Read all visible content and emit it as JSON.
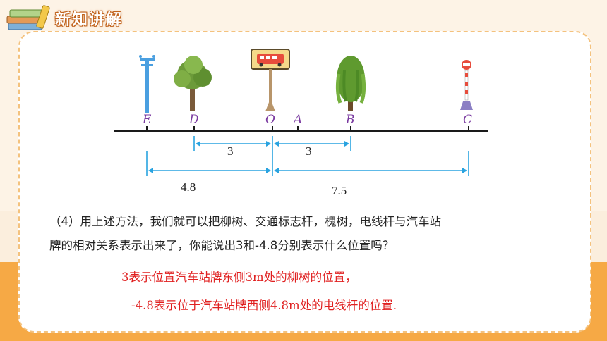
{
  "header": {
    "title": "新知讲解",
    "icon": "books-icon"
  },
  "number_line": {
    "points": [
      {
        "label": "E",
        "value": -4.8
      },
      {
        "label": "D",
        "value": -3
      },
      {
        "label": "O",
        "value": 0
      },
      {
        "label": "A",
        "value": 1
      },
      {
        "label": "B",
        "value": 3
      },
      {
        "label": "C",
        "value": 7.5
      }
    ],
    "measurements": {
      "d_to_o": "3",
      "o_to_b": "3",
      "e_to_o": "4.8",
      "o_to_c": "7.5"
    },
    "objects": [
      {
        "at": "E",
        "icon": "utility-pole-icon"
      },
      {
        "at": "D",
        "icon": "tree-icon"
      },
      {
        "at": "O",
        "icon": "bus-stop-sign-icon"
      },
      {
        "at": "B",
        "icon": "willow-tree-icon"
      },
      {
        "at": "C",
        "icon": "traffic-sign-pole-icon"
      }
    ],
    "measure_color": "#29a3e0",
    "label_color": "#7a3aa0"
  },
  "question": {
    "line1": "（4）用上述方法，我们就可以把柳树、交通标志杆，槐树，电线杆与汽车站",
    "line2": "牌的相对关系表示出来了，你能说出3和-4.8分别表示什么位置吗？"
  },
  "answers": {
    "line1": "3表示位置汽车站牌东侧3m处的柳树的位置，",
    "line2": "-4.8表示位于汽车站牌西侧4.8m处的电线杆的位置.",
    "color": "#e02020"
  },
  "theme": {
    "accent": "#f6a945",
    "card_border": "#f4c27e"
  }
}
